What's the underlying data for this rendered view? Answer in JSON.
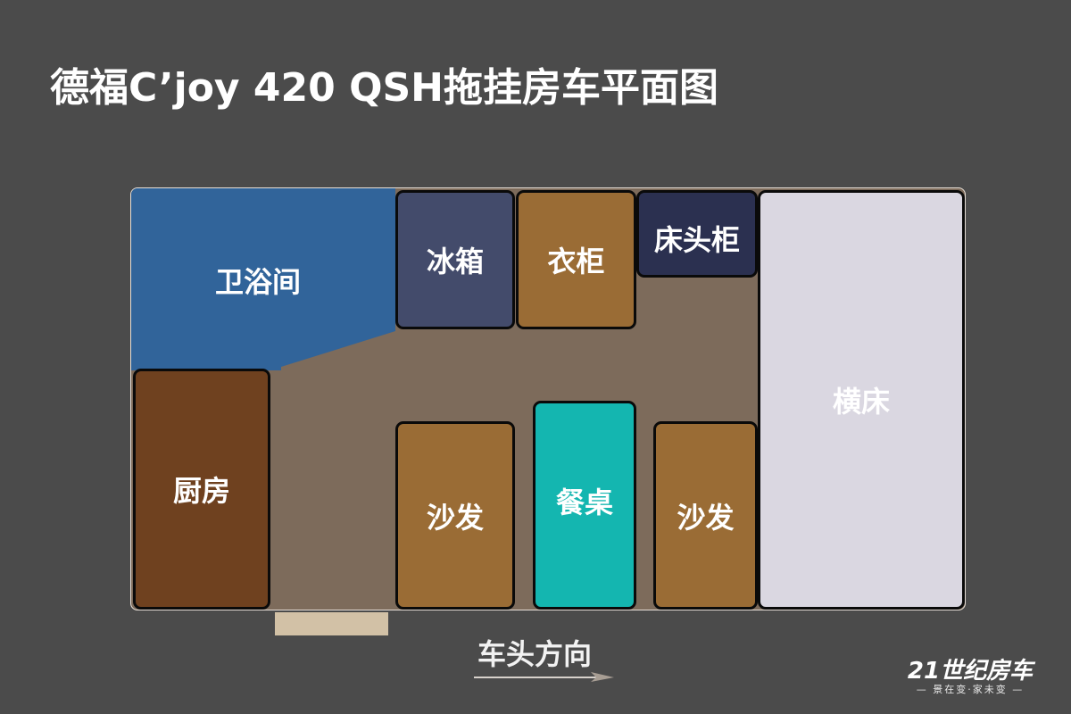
{
  "title": "德福C’joy 420 QSH拖挂房车平面图",
  "colors": {
    "background": "#4b4b4b",
    "floor": "#7d6b5b",
    "bathroom": "#31649a",
    "kitchen": "#6f411f",
    "fridge": "#434b6b",
    "wardrobe": "#9a6c35",
    "nightstand": "#2b3050",
    "sofa": "#9a6c35",
    "dining_table": "#14b6b0",
    "bed": "#dad7e1",
    "door": "#d2c1a6"
  },
  "rooms": {
    "bathroom": "卫浴间",
    "kitchen": "厨房",
    "fridge": "冰箱",
    "wardrobe": "衣柜",
    "nightstand": "床头柜",
    "sofa_left": "沙发",
    "dining_table": "餐桌",
    "sofa_right": "沙发",
    "bed": "横床"
  },
  "direction_label": "车头方向",
  "logo": {
    "main": "21世纪房车",
    "tagline": "— 景在变·家未变 —"
  }
}
